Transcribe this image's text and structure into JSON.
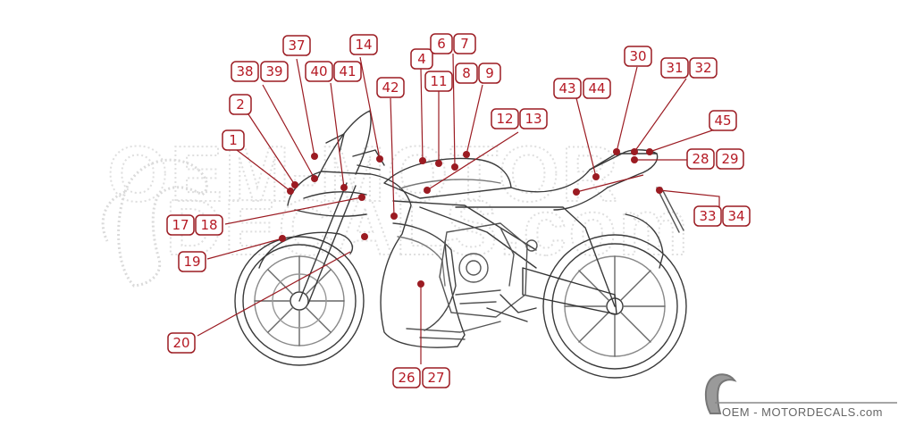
{
  "colors": {
    "accent": "#b51a24",
    "line": "#3a3a3a",
    "light_line": "#bdbdbd",
    "watermark": "#d9d9d9"
  },
  "watermark": {
    "text_top": "OEM-MOTOR",
    "text_bottom": "DECALS.com"
  },
  "logo": {
    "text": "OEM - MOTORDECALS.com",
    "icon": "toucan-bird-icon"
  },
  "callouts": [
    {
      "id": "c1",
      "labels": [
        "1"
      ]
    },
    {
      "id": "c2",
      "labels": [
        "2"
      ]
    },
    {
      "id": "c3",
      "labels": [
        "4"
      ]
    },
    {
      "id": "c4",
      "labels": [
        "6",
        "7"
      ]
    },
    {
      "id": "c5",
      "labels": [
        "8",
        "9"
      ]
    },
    {
      "id": "c6",
      "labels": [
        "11"
      ]
    },
    {
      "id": "c7",
      "labels": [
        "12",
        "13"
      ]
    },
    {
      "id": "c8",
      "labels": [
        "14"
      ]
    },
    {
      "id": "c9",
      "labels": [
        "17",
        "18"
      ]
    },
    {
      "id": "c10",
      "labels": [
        "19"
      ]
    },
    {
      "id": "c11",
      "labels": [
        "20"
      ]
    },
    {
      "id": "c12",
      "labels": [
        "26",
        "27"
      ]
    },
    {
      "id": "c13",
      "labels": [
        "28",
        "29"
      ]
    },
    {
      "id": "c14",
      "labels": [
        "30"
      ]
    },
    {
      "id": "c15",
      "labels": [
        "31",
        "32"
      ]
    },
    {
      "id": "c16",
      "labels": [
        "33",
        "34"
      ]
    },
    {
      "id": "c17",
      "labels": [
        "37"
      ]
    },
    {
      "id": "c18",
      "labels": [
        "38",
        "39"
      ]
    },
    {
      "id": "c19",
      "labels": [
        "40",
        "41"
      ]
    },
    {
      "id": "c20",
      "labels": [
        "42"
      ]
    },
    {
      "id": "c21",
      "labels": [
        "43",
        "44"
      ]
    },
    {
      "id": "c22",
      "labels": [
        "45"
      ]
    }
  ]
}
